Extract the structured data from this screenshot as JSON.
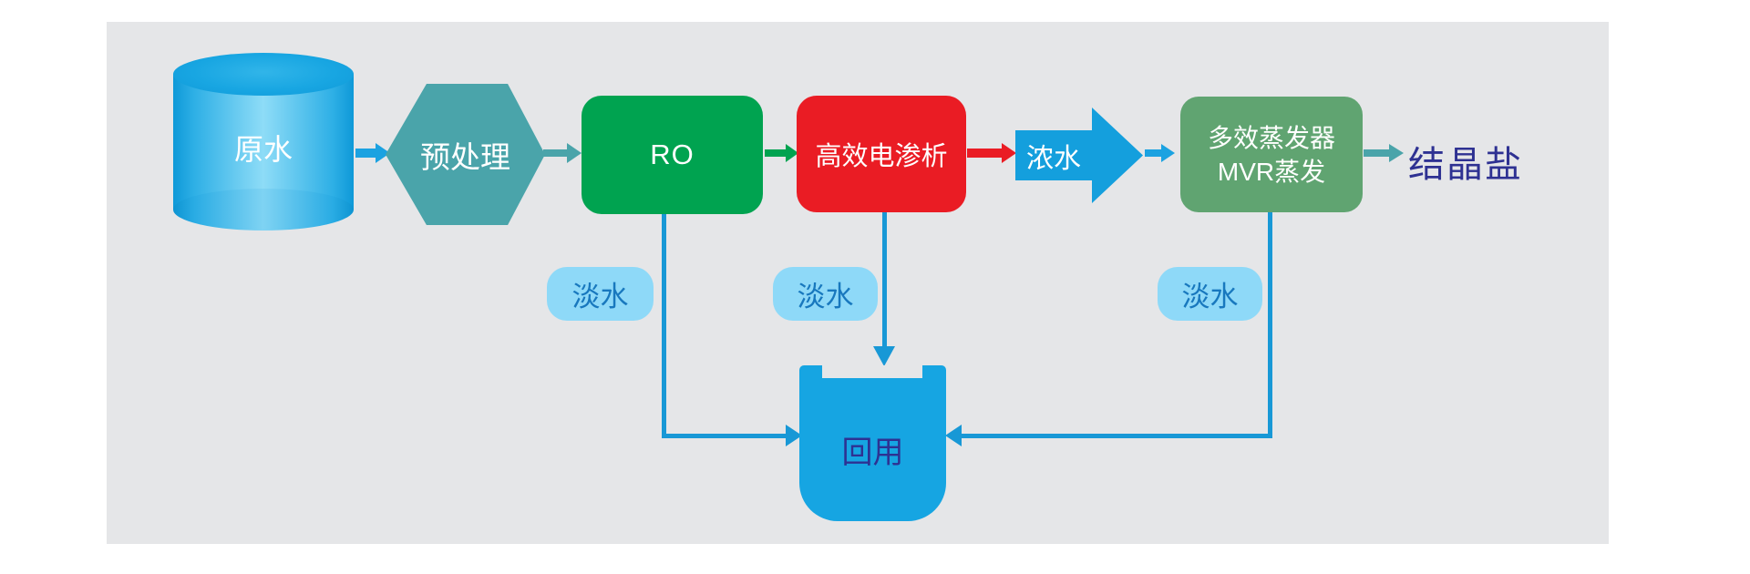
{
  "diagram": {
    "type": "process-flow",
    "nodes": {
      "raw_water": {
        "label": "原水",
        "shape": "cylinder",
        "color": "#18a6e2"
      },
      "pretreatment": {
        "label": "预处理",
        "shape": "hexagon",
        "color": "#4aa4aa"
      },
      "ro": {
        "label": "RO",
        "shape": "rounded-rect",
        "color": "#00a350"
      },
      "electrodialysis": {
        "label": "高效电渗析",
        "shape": "rounded-rect",
        "color": "#ea1c24"
      },
      "concentrate": {
        "label": "浓水",
        "shape": "block-arrow",
        "color": "#149fdd"
      },
      "evaporator": {
        "line1": "多效蒸发器",
        "line2": "MVR蒸发",
        "shape": "rounded-rect",
        "color": "#60a471"
      },
      "crystal_salt": {
        "label": "结晶盐",
        "shape": "text",
        "color": "#2e3192"
      },
      "reuse": {
        "label": "回用",
        "shape": "tank",
        "color": "#16a5e2"
      }
    },
    "fresh_water": {
      "label1": "淡水",
      "label2": "淡水",
      "label3": "淡水",
      "pill_bg": "#8ed9f8",
      "pill_text_color": "#1878be"
    },
    "colors": {
      "panel_bg": "#e5e6e8",
      "flow_blue": "#1ba2e1",
      "connector_blue": "#1898d6",
      "teal": "#4aa4aa",
      "green": "#00a350",
      "red": "#ea1c24",
      "sage_green": "#60a471",
      "indigo_text": "#2e3192",
      "node_text": "#ffffff"
    }
  }
}
